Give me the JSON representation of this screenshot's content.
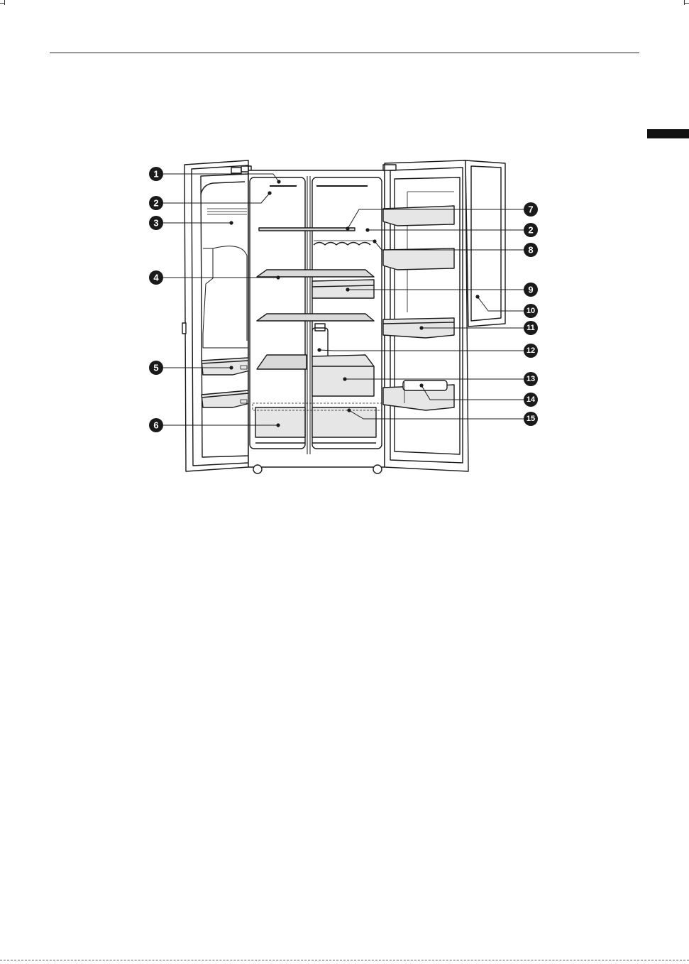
{
  "figure": {
    "callouts": [
      {
        "id": "callout-1",
        "number": "1"
      },
      {
        "id": "callout-2-left",
        "number": "2"
      },
      {
        "id": "callout-3",
        "number": "3"
      },
      {
        "id": "callout-4",
        "number": "4"
      },
      {
        "id": "callout-5",
        "number": "5"
      },
      {
        "id": "callout-6",
        "number": "6"
      },
      {
        "id": "callout-7",
        "number": "7"
      },
      {
        "id": "callout-2-right",
        "number": "2"
      },
      {
        "id": "callout-8",
        "number": "8"
      },
      {
        "id": "callout-9",
        "number": "9"
      },
      {
        "id": "callout-10",
        "number": "10"
      },
      {
        "id": "callout-11",
        "number": "11"
      },
      {
        "id": "callout-12",
        "number": "12"
      },
      {
        "id": "callout-13",
        "number": "13"
      },
      {
        "id": "callout-14",
        "number": "14"
      },
      {
        "id": "callout-15",
        "number": "15"
      }
    ]
  },
  "colors": {
    "line": "#1a1a1a",
    "shelf_fill": "#d9d9d9",
    "bin_fill": "#e6e6e6",
    "callout_fill": "#1a1a1a"
  }
}
